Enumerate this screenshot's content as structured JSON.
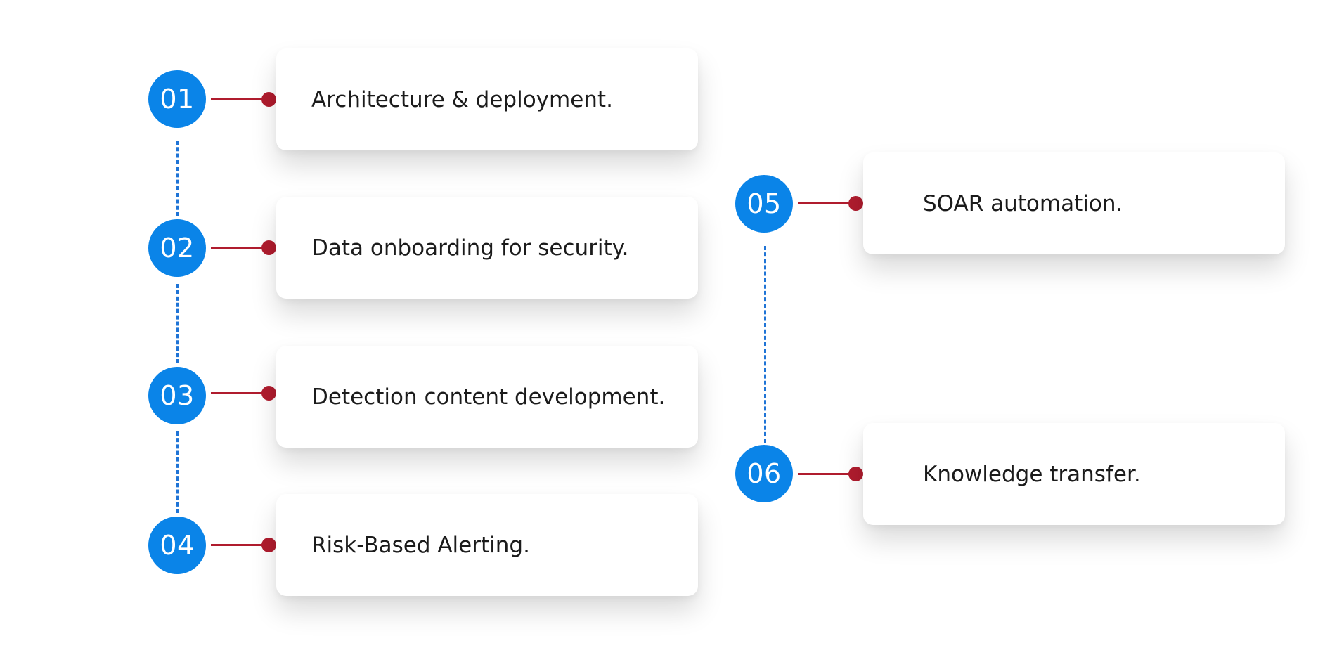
{
  "colors": {
    "badge": "#0a84e8",
    "connector": "#b01c2e",
    "dashed_line": "#1f74d6"
  },
  "steps": [
    {
      "number": "01",
      "label": "Architecture & deployment."
    },
    {
      "number": "02",
      "label": "Data onboarding for security."
    },
    {
      "number": "03",
      "label": "Detection content development."
    },
    {
      "number": "04",
      "label": "Risk-Based Alerting."
    },
    {
      "number": "05",
      "label": "SOAR automation."
    },
    {
      "number": "06",
      "label": "Knowledge transfer."
    }
  ]
}
